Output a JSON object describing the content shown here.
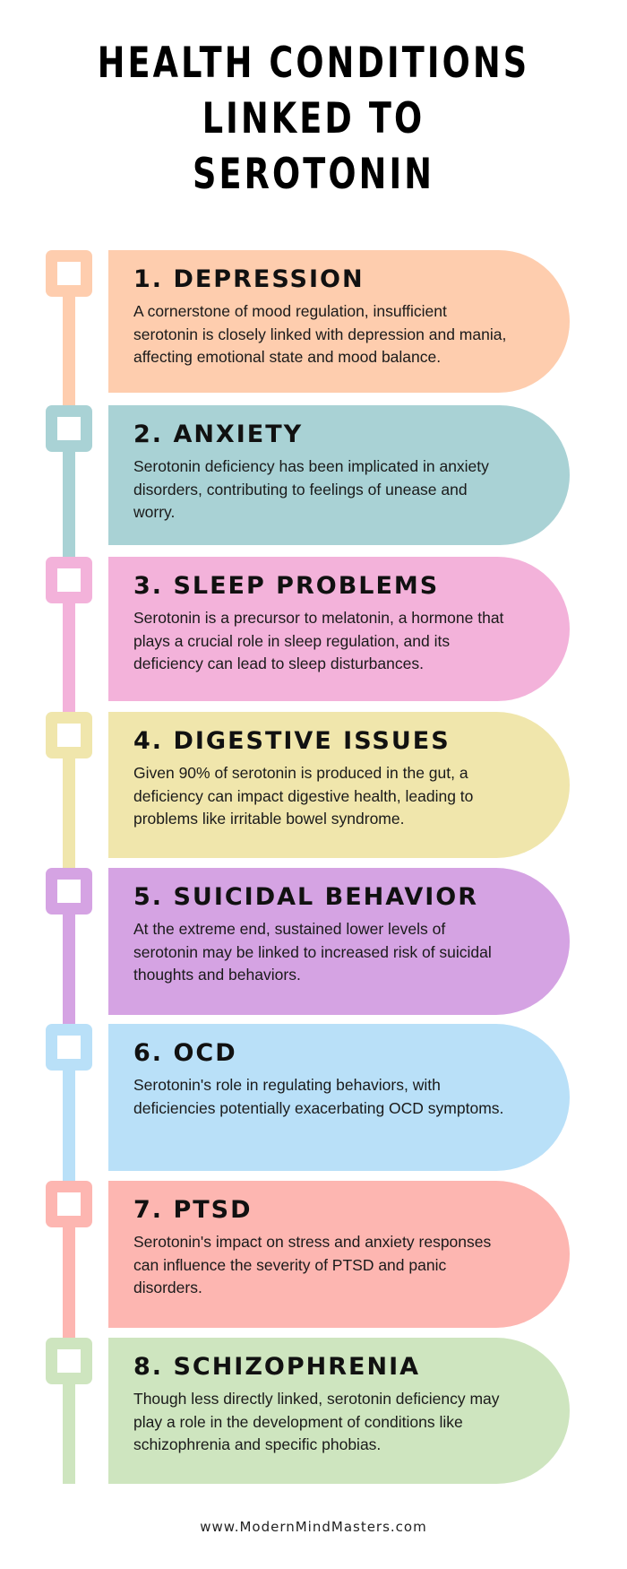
{
  "title": {
    "line1": "HEALTH CONDITIONS",
    "line2": "LINKED TO",
    "line3": "SEROTONIN"
  },
  "items": [
    {
      "heading": "1. DEPRESSION",
      "text": "A cornerstone of mood regulation, insufficient serotonin is closely linked with depression and mania, affecting emotional state and mood balance.",
      "color": "#FECDAE"
    },
    {
      "heading": "2. ANXIETY",
      "text": "Serotonin deficiency has been implicated in anxiety disorders, contributing to feelings of unease and worry.",
      "color": "#A9D2D5"
    },
    {
      "heading": "3. SLEEP PROBLEMS",
      "text": "Serotonin is a precursor to melatonin, a hormone that plays a crucial role in sleep regulation, and its deficiency can lead to sleep disturbances.",
      "color": "#F3B2DA"
    },
    {
      "heading": "4. DIGESTIVE ISSUES",
      "text": "Given 90% of serotonin is produced in the gut, a deficiency can impact digestive health, leading to problems like irritable bowel syndrome.",
      "color": "#F0E6AC"
    },
    {
      "heading": "5. SUICIDAL BEHAVIOR",
      "text": "At the extreme end, sustained lower levels of serotonin may be linked to increased risk of suicidal thoughts and behaviors.",
      "color": "#D5A3E3"
    },
    {
      "heading": "6. OCD",
      "text": "Serotonin's role in regulating behaviors, with deficiencies potentially exacerbating OCD symptoms.",
      "color": "#B9E0F8"
    },
    {
      "heading": "7. PTSD",
      "text": "Serotonin's impact on stress and anxiety responses can influence the severity of PTSD and panic disorders.",
      "color": "#FDB6B1"
    },
    {
      "heading": "8. SCHIZOPHRENIA",
      "text": "Though less directly linked, serotonin deficiency may play a role in the development of conditions like schizophrenia and specific phobias.",
      "color": "#CEE5BF"
    }
  ],
  "footer": {
    "website": "www.ModernMindMasters.com"
  }
}
